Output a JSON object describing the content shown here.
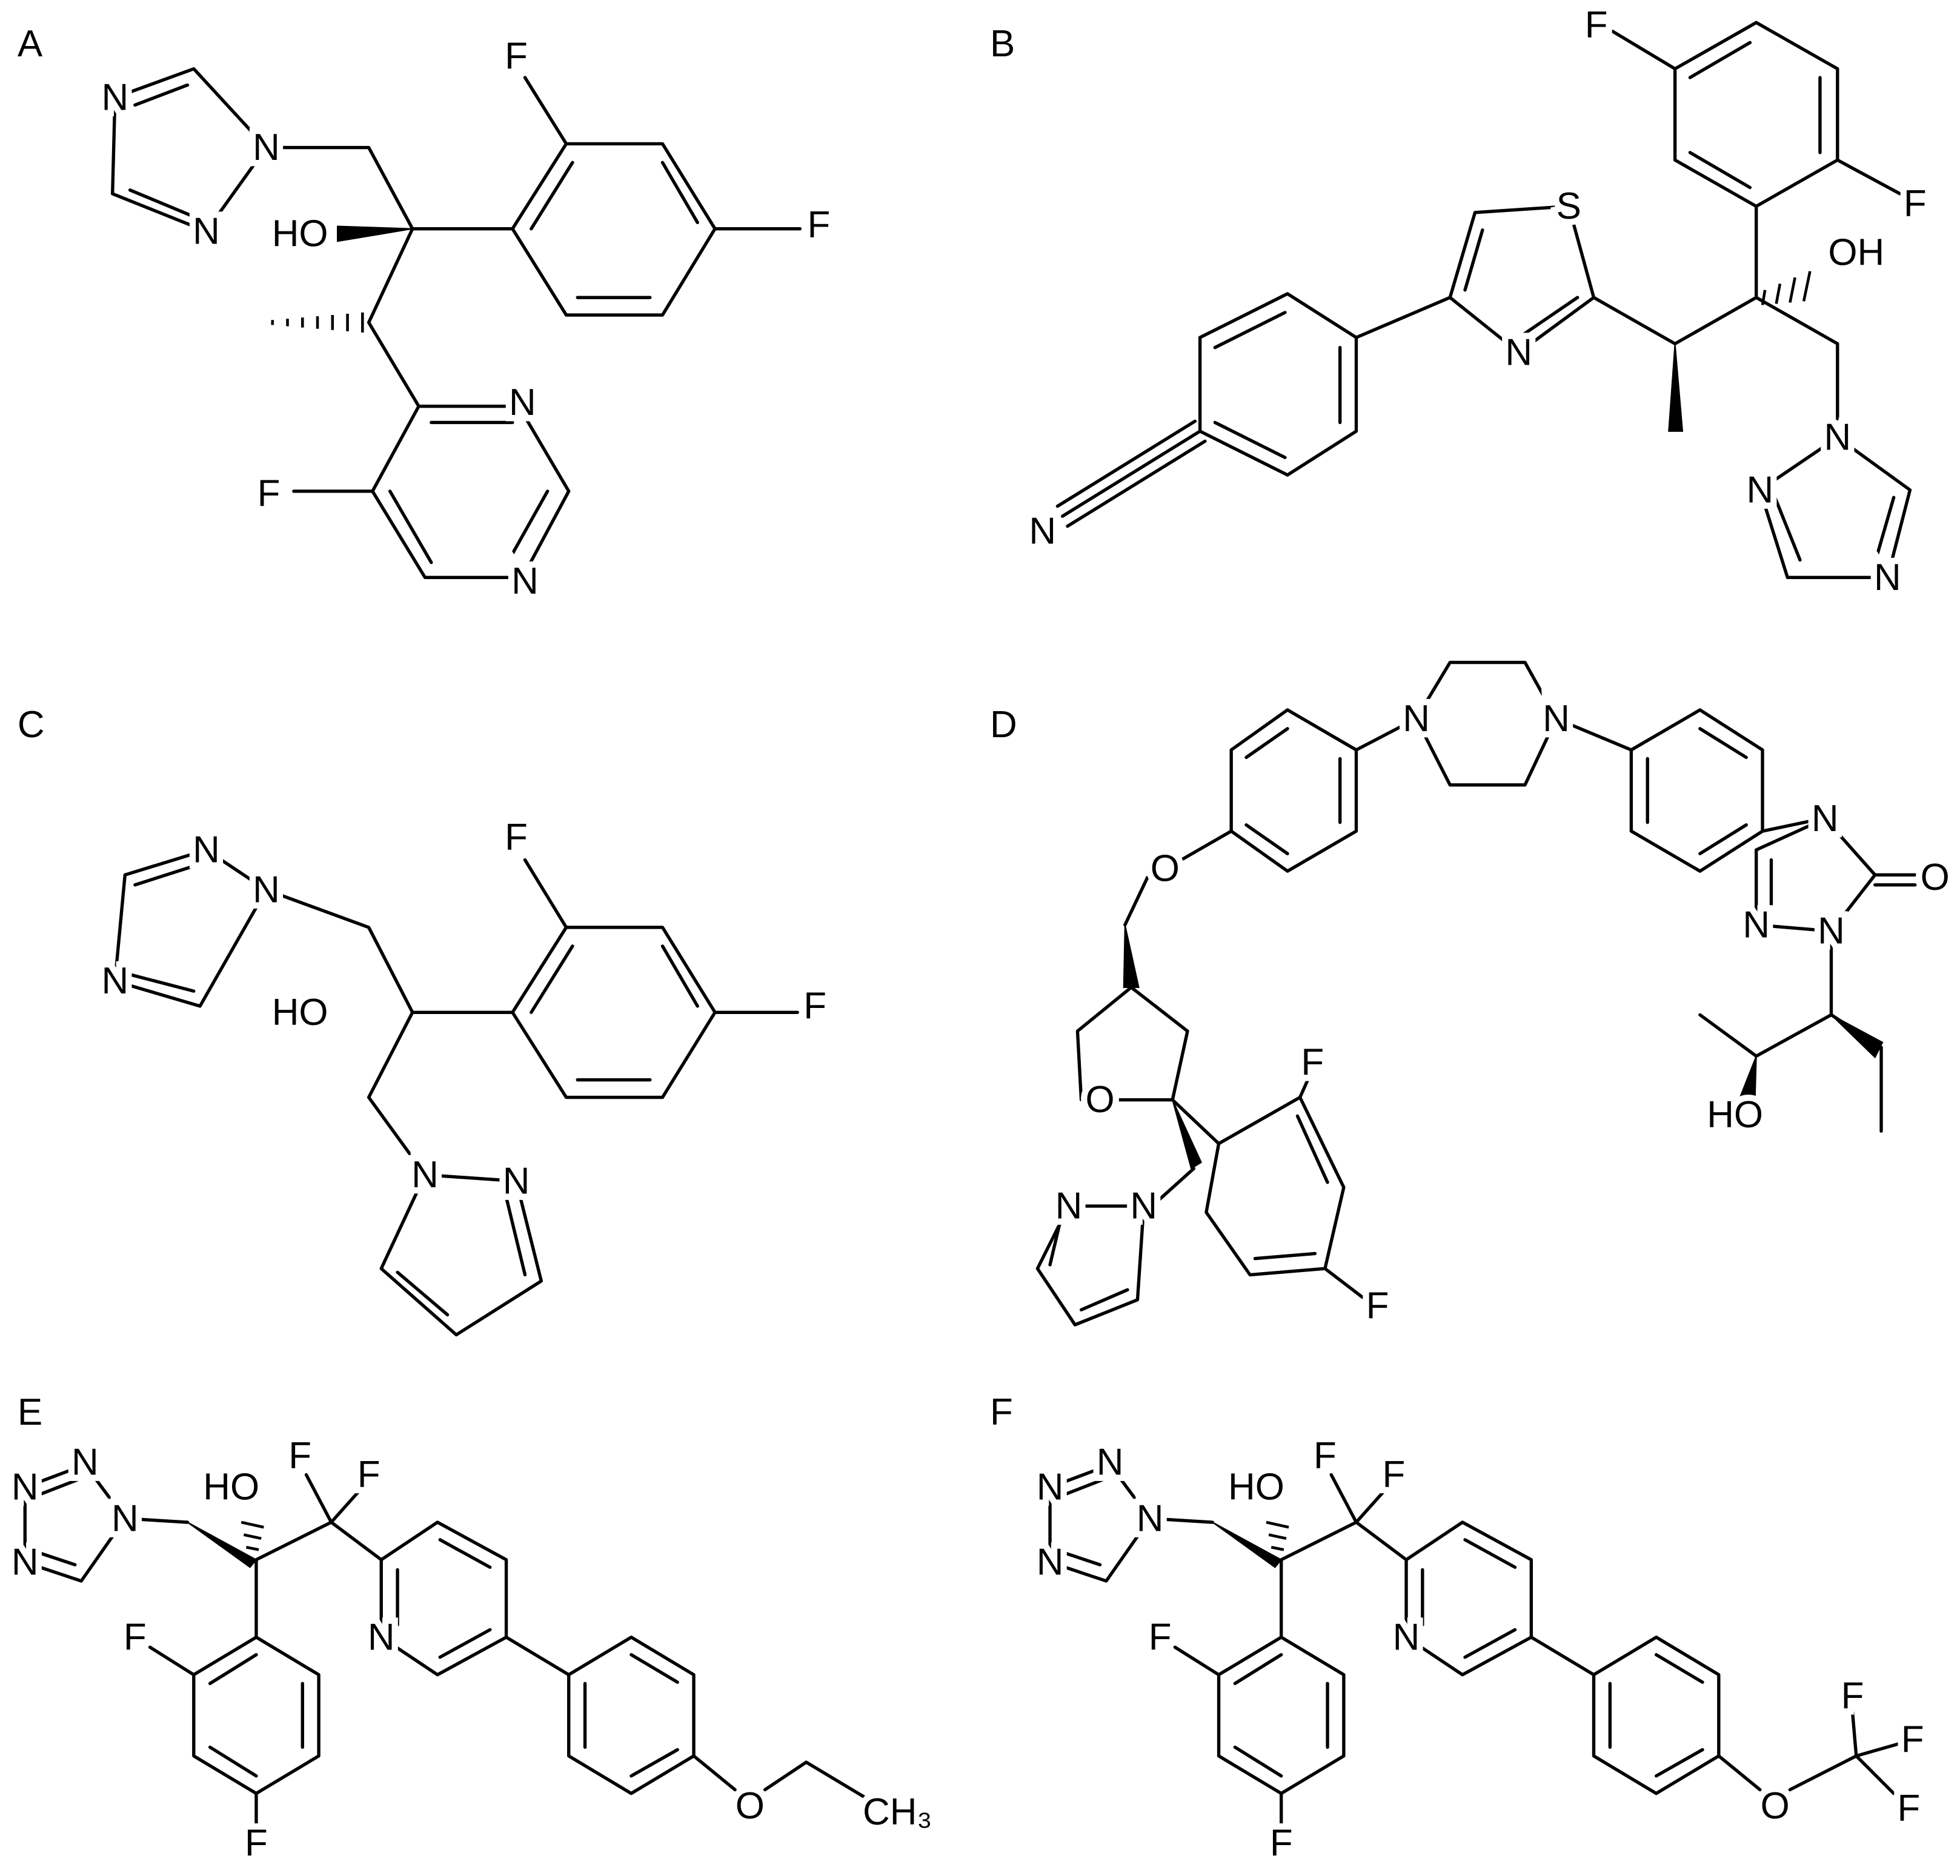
{
  "panels": {
    "A": {
      "label": "A",
      "atoms": [
        "N",
        "N",
        "N",
        "HO",
        "F",
        "F",
        "N",
        "N",
        "F"
      ]
    },
    "B": {
      "label": "B",
      "atoms": [
        "F",
        "F",
        "OH",
        "N",
        "N",
        "N",
        "S",
        "N",
        "N"
      ]
    },
    "C": {
      "label": "C",
      "atoms": [
        "N",
        "N",
        "N",
        "HO",
        "F",
        "F",
        "N",
        "N"
      ]
    },
    "D": {
      "label": "D",
      "atoms": [
        "N",
        "N",
        "O",
        "O",
        "N",
        "N",
        "F",
        "F",
        "N",
        "O",
        "N",
        "N",
        "HO"
      ]
    },
    "E": {
      "label": "E",
      "atoms": [
        "N",
        "N",
        "N",
        "N",
        "HO",
        "F",
        "F",
        "N",
        "F",
        "F",
        "O",
        "CH₃"
      ]
    },
    "F": {
      "label": "F",
      "atoms": [
        "N",
        "N",
        "N",
        "N",
        "HO",
        "F",
        "F",
        "N",
        "F",
        "F",
        "O",
        "F",
        "F",
        "F"
      ]
    }
  }
}
